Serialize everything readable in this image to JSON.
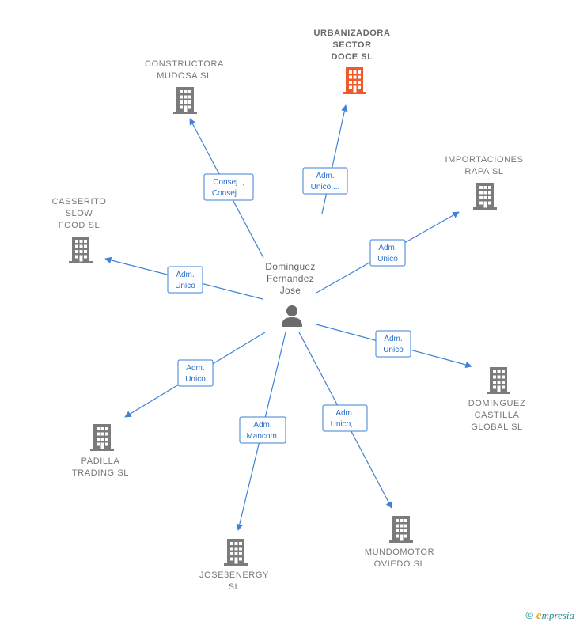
{
  "colors": {
    "edge": "#3f82d8",
    "building": "#7b7b7b",
    "building_highlight": "#f05a28",
    "person": "#6b6b6b"
  },
  "center": {
    "name_lines": [
      "Dominguez",
      "Fernandez",
      "Jose"
    ],
    "icon": "person-icon"
  },
  "companies": [
    {
      "id": "urbanizadora",
      "lines": [
        "URBANIZADORA",
        "SECTOR",
        "DOCE  SL"
      ],
      "highlight": true,
      "relation": [
        "Adm.",
        "Unico,..."
      ]
    },
    {
      "id": "constructora",
      "lines": [
        "CONSTRUCTORA",
        "MUDOSA  SL"
      ],
      "highlight": false,
      "relation": [
        "Consej. ,",
        "Consej...."
      ]
    },
    {
      "id": "importaciones",
      "lines": [
        "IMPORTACIONES",
        "RAPA SL"
      ],
      "highlight": false,
      "relation": [
        "Adm.",
        "Unico"
      ]
    },
    {
      "id": "casserito",
      "lines": [
        "CASSERITO",
        "SLOW",
        "FOOD  SL"
      ],
      "highlight": false,
      "relation": [
        "Adm.",
        "Unico"
      ]
    },
    {
      "id": "dominguez-castilla",
      "lines": [
        "DOMINGUEZ",
        "CASTILLA",
        "GLOBAL  SL"
      ],
      "highlight": false,
      "relation": [
        "Adm.",
        "Unico"
      ]
    },
    {
      "id": "padilla",
      "lines": [
        "PADILLA",
        "TRADING  SL"
      ],
      "highlight": false,
      "relation": [
        "Adm.",
        "Unico"
      ]
    },
    {
      "id": "jose3energy",
      "lines": [
        "JOSE3ENERGY",
        "SL"
      ],
      "highlight": false,
      "relation": [
        "Adm.",
        "Mancom."
      ]
    },
    {
      "id": "mundomotor",
      "lines": [
        "MUNDOMOTOR",
        "OVIEDO SL"
      ],
      "highlight": false,
      "relation": [
        "Adm.",
        "Unico,..."
      ]
    }
  ],
  "footer": {
    "copyright": "©",
    "brand_initial": "e",
    "brand_rest": "mpresia"
  }
}
